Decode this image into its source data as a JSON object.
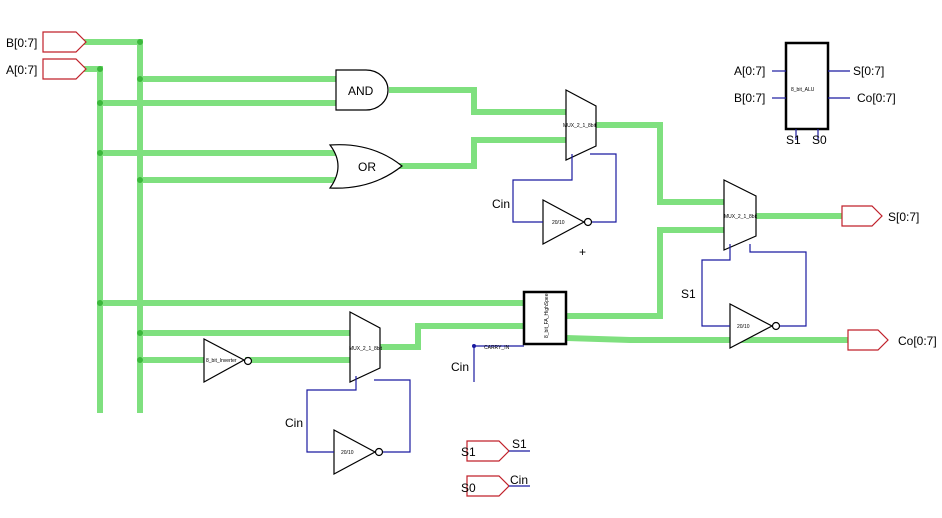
{
  "inputs": {
    "b": "B[0:7]",
    "a": "A[0:7]"
  },
  "outputs": {
    "s": "S[0:7]",
    "co": "Co[0:7]"
  },
  "gates": {
    "and": "AND",
    "or": "OR"
  },
  "cells": {
    "mux_top": "MUX_2_1_8bit",
    "mux_right": "MUX_2_1_8bit",
    "mux_bottom": "MUX_2_1_8bit",
    "inv_top": "20/10",
    "inv_right": "20/10",
    "inv_bottom": "20/10",
    "inverter_8bit": "8_bit_Inverter",
    "adder": "8_bit_FA_HighSpeed",
    "alu": "8_bit_ALU"
  },
  "wire_labels": {
    "cin_top": "Cin",
    "cin_bottom": "Cin",
    "cin_adder": "Cin",
    "s1_right": "S1",
    "adder_input_label": "CARRY_IN"
  },
  "symbol": {
    "a": "A[0:7]",
    "b": "B[0:7]",
    "s": "S[0:7]",
    "co": "Co[0:7]",
    "s1": "S1",
    "s0": "S0"
  },
  "control_pins": {
    "s1_left": "S1",
    "s1_right": "S1",
    "s0_left": "S0",
    "s0_right": "Cin"
  }
}
